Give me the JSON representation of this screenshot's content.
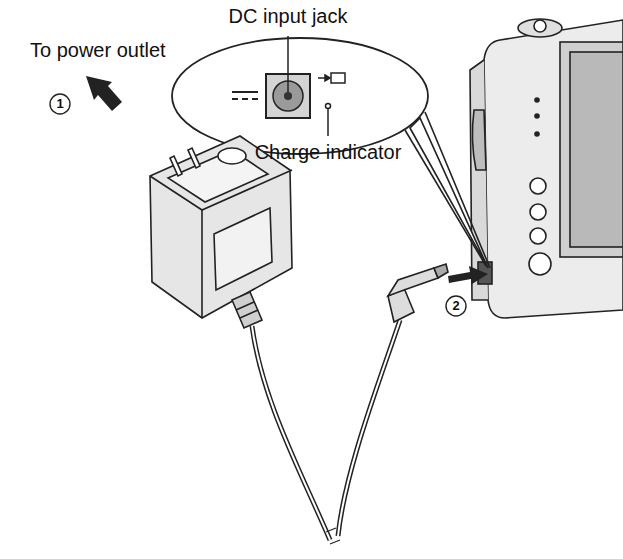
{
  "diagram": {
    "labels": [
      "DC input jack",
      "To power outlet",
      "Charge indicator",
      "1",
      "2"
    ]
  }
}
